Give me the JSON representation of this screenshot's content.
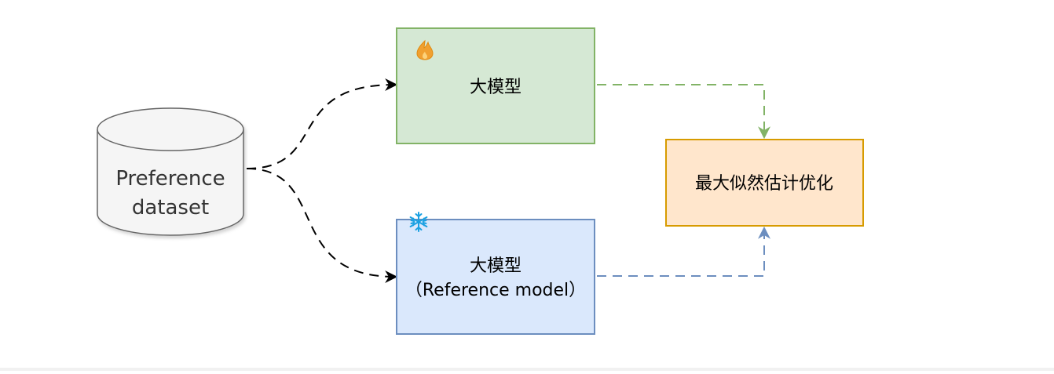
{
  "nodes": {
    "dataset": {
      "line1": "Preference",
      "line2": "dataset"
    },
    "policy_model": {
      "label": "大模型",
      "icon": "flame-icon"
    },
    "reference_model": {
      "line1": "大模型",
      "line2": "（Reference model）",
      "icon": "snowflake-icon"
    },
    "optimizer": {
      "label": "最大似然估计优化"
    }
  },
  "colors": {
    "policy_fill": "#d5e8d4",
    "policy_stroke": "#82b366",
    "reference_fill": "#dae8fc",
    "reference_stroke": "#6c8ebf",
    "optimizer_fill": "#ffe6cc",
    "optimizer_stroke": "#d79b00",
    "dataset_fill": "#f5f5f5",
    "dataset_stroke": "#666666",
    "flame": "#f0a030",
    "snowflake": "#1ba1e2"
  }
}
